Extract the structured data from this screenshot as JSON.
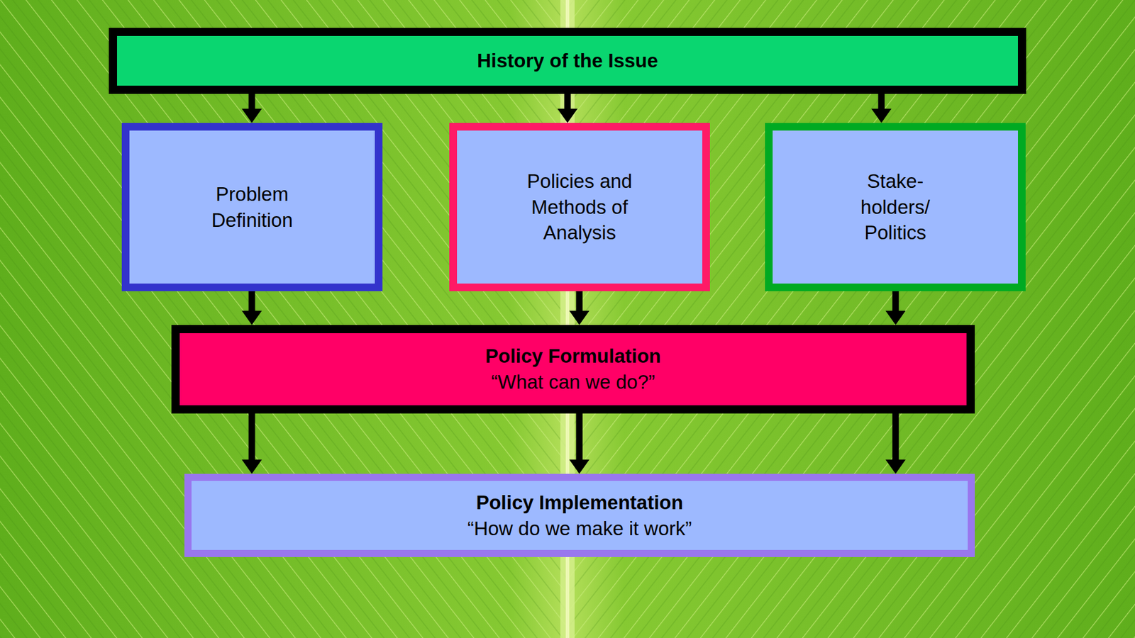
{
  "diagram": {
    "nodes": [
      {
        "text": [
          "History of the Issue"
        ]
      },
      {
        "text": [
          "Problem Definition"
        ]
      },
      {
        "text": [
          "Policies and Methods of Analysis"
        ]
      },
      {
        "text": [
          "Stake- holders/ Politics"
        ]
      },
      {
        "text": [
          "Policy Formulation",
          "“What can we do?”"
        ]
      },
      {
        "text": [
          "Policy Implementation",
          "“How do we make it work”"
        ]
      }
    ],
    "edges": [
      {
        "from": 0,
        "to": 1,
        "arrow": "to"
      },
      {
        "from": 0,
        "to": 2,
        "arrow": "to"
      },
      {
        "from": 0,
        "to": 3,
        "arrow": "to"
      },
      {
        "from": 1,
        "to": 4,
        "arrow": "to"
      },
      {
        "from": 2,
        "to": 4,
        "arrow": "to"
      },
      {
        "from": 3,
        "to": 4,
        "arrow": "to"
      },
      {
        "from": 4,
        "to": 5,
        "arrow": "to"
      },
      {
        "from": 4,
        "to": 5,
        "arrow": "to"
      },
      {
        "from": 4,
        "to": 5,
        "arrow": "to"
      }
    ]
  }
}
